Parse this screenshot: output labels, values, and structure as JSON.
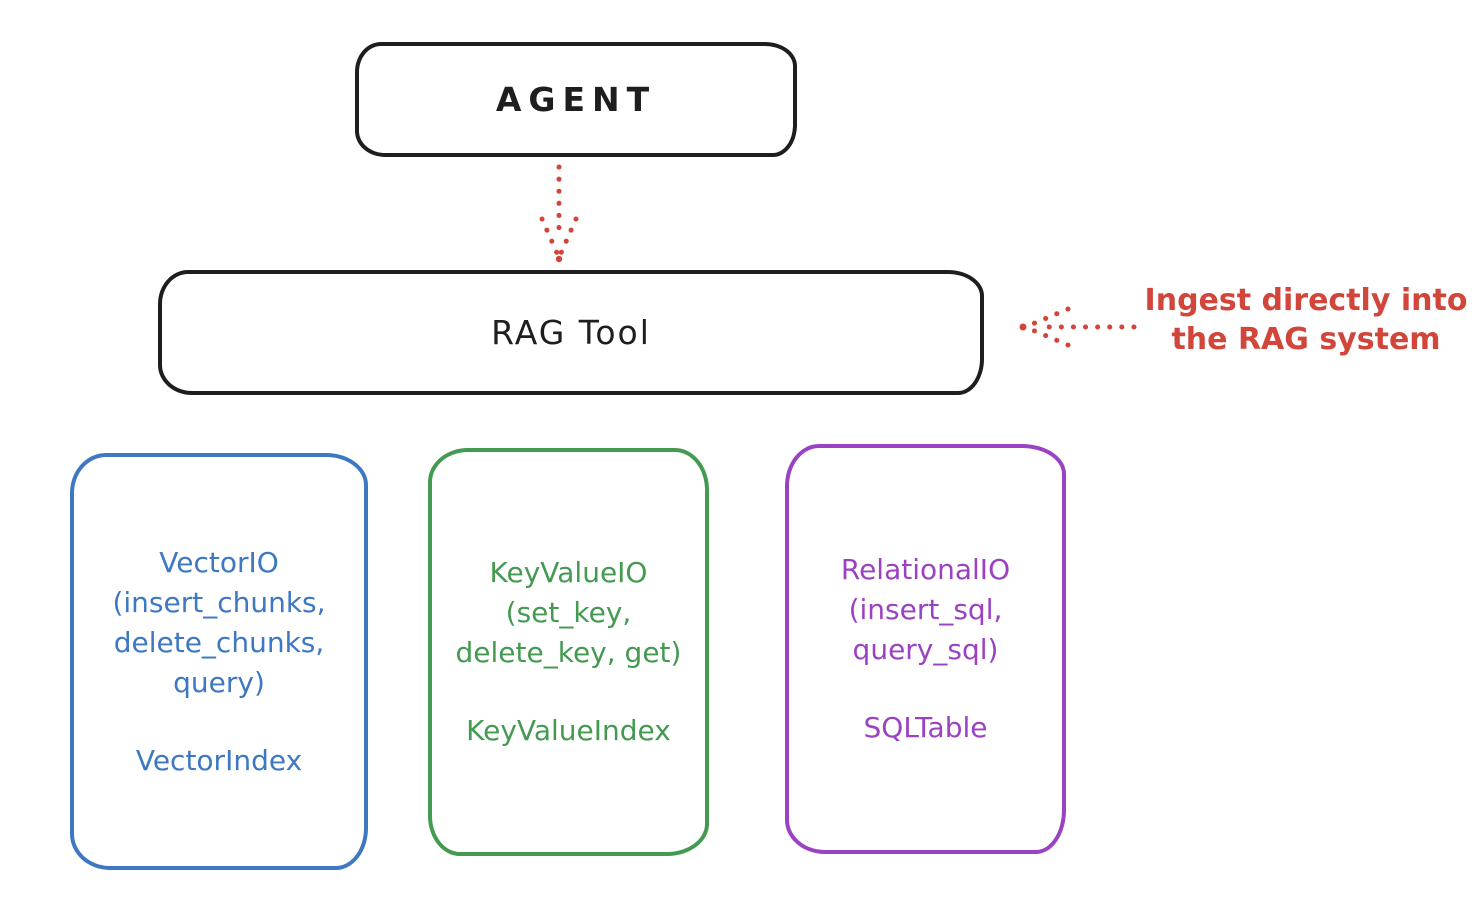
{
  "diagram": {
    "agent": {
      "label": "AGENT"
    },
    "rag_tool": {
      "label": "RAG Tool"
    },
    "annotation": {
      "line1": "Ingest directly into",
      "line2": "the RAG system"
    },
    "backends": [
      {
        "id": "vector-io",
        "lines": [
          "VectorIO",
          "(insert_chunks,",
          "delete_chunks,",
          "query)"
        ],
        "index_label": "VectorIndex",
        "color": "#3e78c2"
      },
      {
        "id": "keyvalue-io",
        "lines": [
          "KeyValueIO",
          "(set_key,",
          "delete_key, get)"
        ],
        "index_label": "KeyValueIndex",
        "color": "#459a52"
      },
      {
        "id": "relational-io",
        "lines": [
          "RelationalIO",
          "(insert_sql,",
          "query_sql)"
        ],
        "index_label": "SQLTable",
        "color": "#9b42c3"
      }
    ],
    "icons": {
      "agent_to_rag_arrow": "dotted-down-arrow",
      "ingest_arrow": "dotted-left-arrow"
    },
    "colors": {
      "ink": "#1e1e1e",
      "red": "#d1453a",
      "blue": "#3e78c2",
      "green": "#459a52",
      "purple": "#9b42c3",
      "background": "#ffffff"
    }
  }
}
